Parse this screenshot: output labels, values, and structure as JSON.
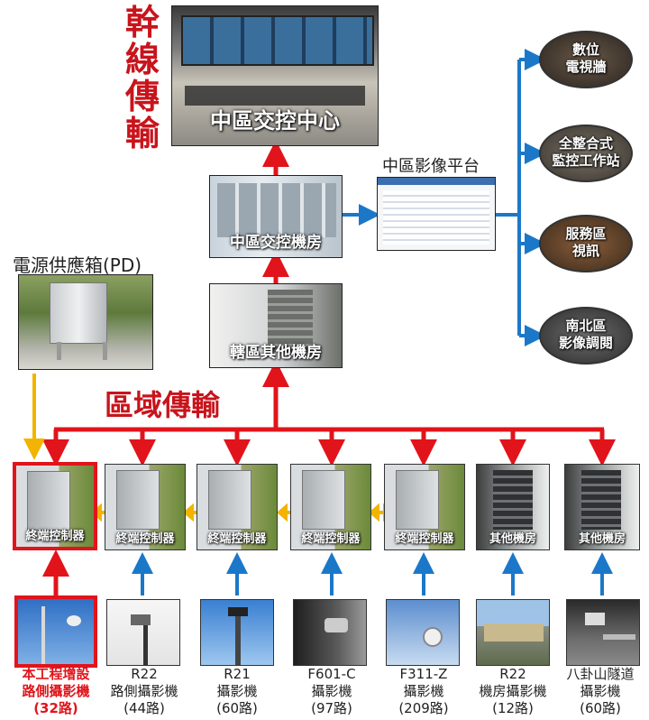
{
  "headings": {
    "trunk": "幹線傳輸",
    "regional": "區域傳輸"
  },
  "center": {
    "caption": "中區交控中心"
  },
  "machine_room": {
    "caption": "中區交控機房"
  },
  "other_rooms": {
    "caption": "轄區其他機房"
  },
  "platform": {
    "label": "中區影像平台"
  },
  "power_box": {
    "label": "電源供應箱(PD)"
  },
  "outputs": [
    {
      "line1": "數位",
      "line2": "電視牆"
    },
    {
      "line1": "全整合式",
      "line2": "監控工作站"
    },
    {
      "line1": "服務區",
      "line2": "視訊"
    },
    {
      "line1": "南北區",
      "line2": "影像調閱"
    }
  ],
  "terminals": [
    {
      "caption": "終端控制器"
    },
    {
      "caption": "終端控制器"
    },
    {
      "caption": "終端控制器"
    },
    {
      "caption": "終端控制器"
    },
    {
      "caption": "終端控制器"
    },
    {
      "caption": "其他機房"
    },
    {
      "caption": "其他機房"
    }
  ],
  "cameras": [
    {
      "line1": "本工程增設",
      "line2": "路側攝影機",
      "line3": "(32路)"
    },
    {
      "line1": "R22",
      "line2": "路側攝影機",
      "line3": "(44路)"
    },
    {
      "line1": "R21",
      "line2": "攝影機",
      "line3": "(60路)"
    },
    {
      "line1": "F601-C",
      "line2": "攝影機",
      "line3": "(97路)"
    },
    {
      "line1": "F311-Z",
      "line2": "攝影機",
      "line3": "(209路)"
    },
    {
      "line1": "R22",
      "line2": "機房攝影機",
      "line3": "(12路)"
    },
    {
      "line1": "八卦山隧道",
      "line2": "攝影機",
      "line3": "(60路)"
    }
  ],
  "colors": {
    "red": "#e1141b",
    "blue": "#1b78c8",
    "amber": "#f2b400"
  }
}
